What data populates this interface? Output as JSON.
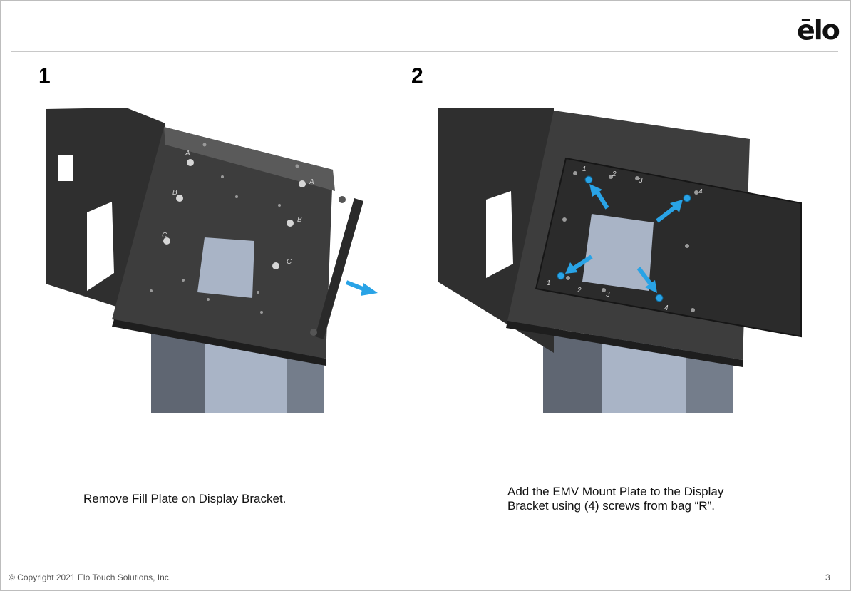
{
  "brand": {
    "logo_text": "ēlo"
  },
  "steps": [
    {
      "number": "1",
      "caption": "Remove Fill Plate on Display Bracket."
    },
    {
      "number": "2",
      "caption": "Add the EMV Mount Plate to the Display Bracket using (4) screws from bag “R”."
    }
  ],
  "footer": {
    "copyright": "© Copyright 2021 Elo Touch Solutions, Inc.",
    "page_number": "3"
  },
  "colors": {
    "arrow": "#29a3e6",
    "metal": "#3b3b3b",
    "stand": "#8f9aab"
  }
}
